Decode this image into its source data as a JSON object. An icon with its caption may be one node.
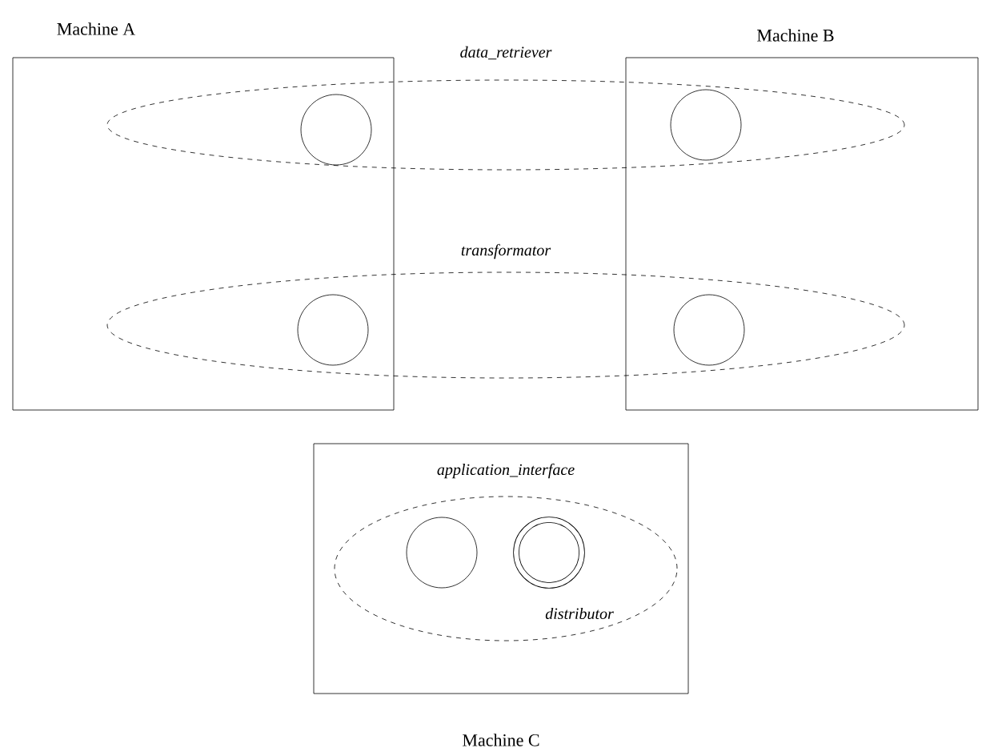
{
  "diagram": {
    "nodes": [
      {
        "text": [
          "Machine A"
        ]
      },
      {
        "text": [
          "Machine B"
        ]
      },
      {
        "text": [
          "data_retriever"
        ]
      },
      {
        "text": [
          "transformator"
        ]
      },
      {
        "text": [],
        "shape": "circle"
      },
      {
        "text": [],
        "shape": "circle"
      },
      {
        "text": [],
        "shape": "circle"
      },
      {
        "text": [],
        "shape": "circle"
      },
      {
        "text": [
          "Machine C"
        ]
      },
      {
        "text": [
          "application_interface"
        ],
        "in": 8
      },
      {
        "text": [],
        "shape": "circle",
        "in": 9
      },
      {
        "text": [],
        "shape": "ring",
        "in": 9,
        "beside": [
          "distributor"
        ]
      }
    ]
  }
}
